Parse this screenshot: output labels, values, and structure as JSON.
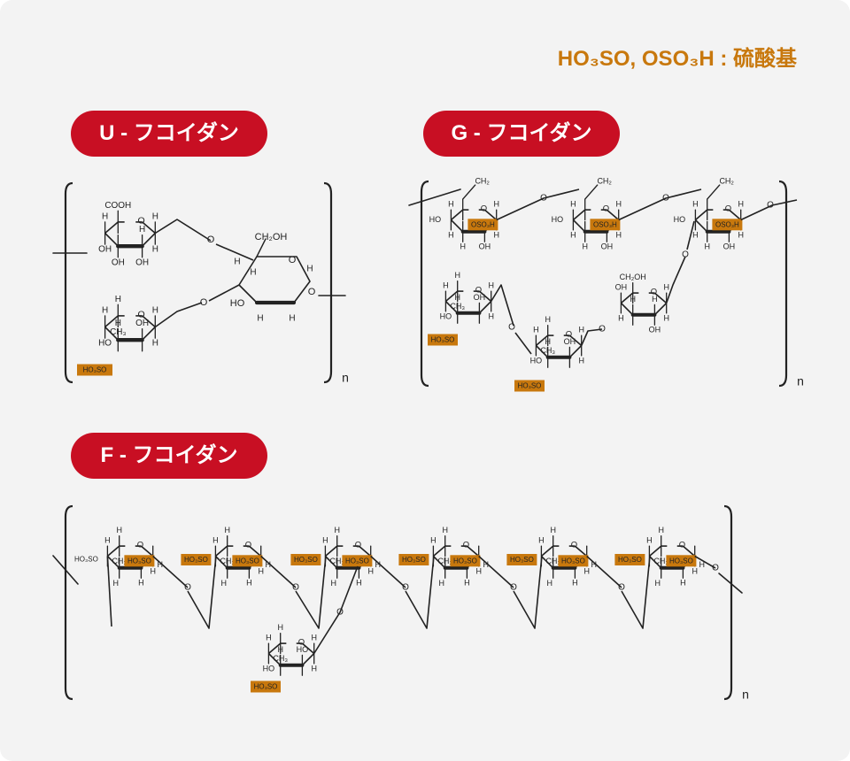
{
  "legend": "HO₃SO, OSO₃H : 硫酸基",
  "badges": {
    "u": "U - フコイダン",
    "g": "G - フコイダン",
    "f": "F - フコイダン"
  },
  "labels": {
    "cooh": "COOH",
    "ch2oh": "CH₂OH",
    "ch2": "CH₂",
    "ch3": "CH₃",
    "oh": "OH",
    "ho": "HO",
    "h": "H",
    "o": "O",
    "n": "n",
    "ho3so": "HO₃SO",
    "oso3h": "OSO₃H"
  },
  "colors": {
    "badge": "#c80f23",
    "sulfate": "#c8780d",
    "line": "#222222",
    "panel": "#f3f3f3"
  }
}
